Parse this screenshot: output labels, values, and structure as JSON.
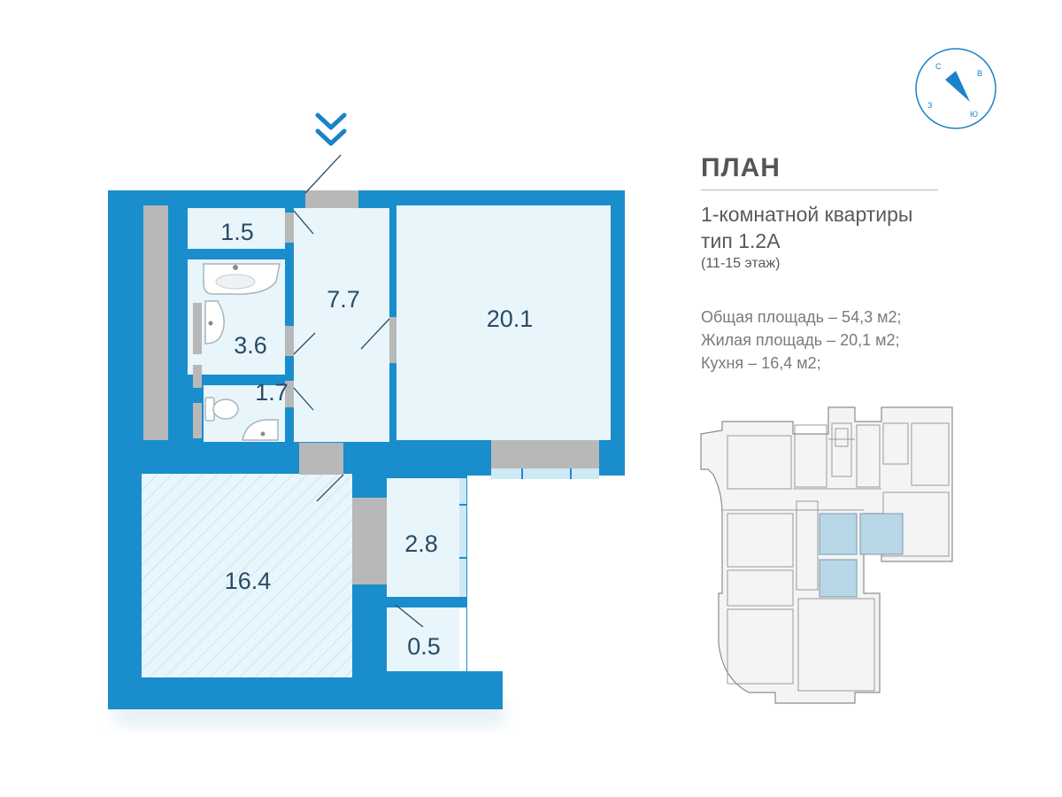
{
  "title": "ПЛАН",
  "subtitle_line1": "1-комнатной квартиры",
  "subtitle_line2": "тип 1.2А",
  "floors": "(11-15 этаж)",
  "stats": {
    "total": "Общая площадь – 54,3 м2;",
    "living": "Жилая площадь – 20,1 м2;",
    "kitchen": "Кухня – 16,4 м2;"
  },
  "rooms": {
    "storage": "1.5",
    "hall": "7.7",
    "living_room": "20.1",
    "bathroom": "3.6",
    "toilet": "1.7",
    "kitchen": "16.4",
    "corridor": "2.8",
    "balcony": "0.5"
  },
  "compass": {
    "north": "С",
    "east": "В",
    "south": "Ю",
    "west": "З"
  },
  "colors": {
    "wall": "#1a8dcc",
    "room_fill": "#e8f6fb",
    "door": "#b8b8b8",
    "title_text": "#555555",
    "compass": "#1a82c9"
  },
  "icons": [
    "double-chevron-down-icon",
    "compass-icon",
    "bathtub-icon",
    "sink-icon",
    "toilet-icon"
  ]
}
